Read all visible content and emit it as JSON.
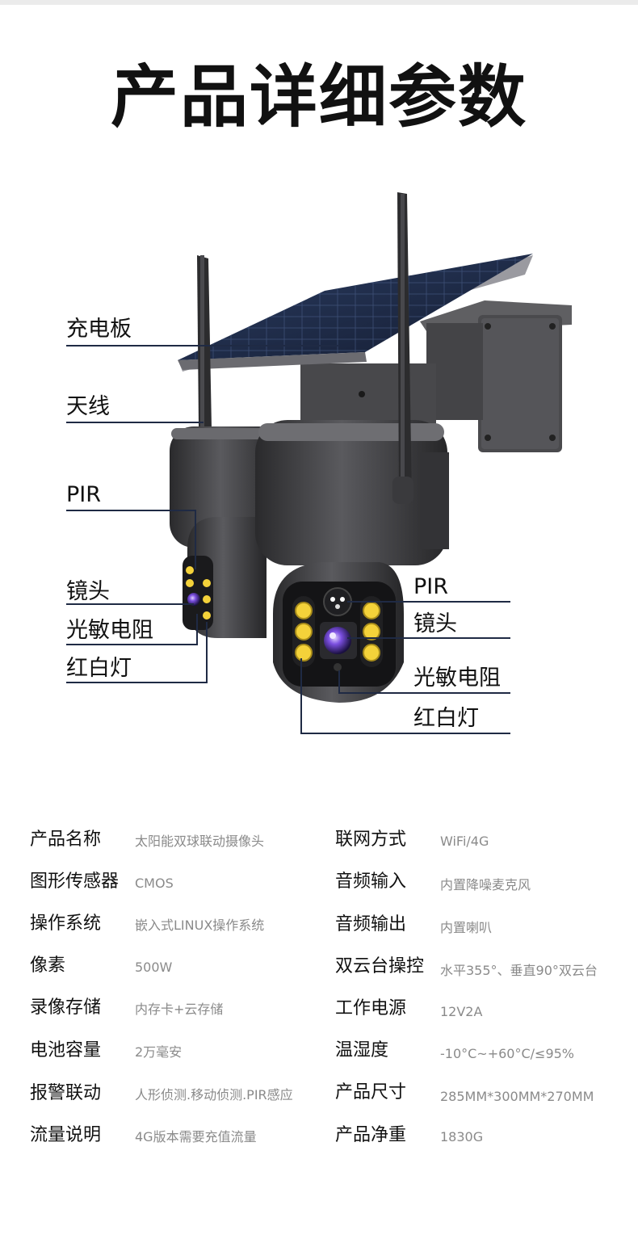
{
  "title": "产品详细参数",
  "callouts": {
    "solar_panel": "充电板",
    "antenna": "天线",
    "pir_left": "PIR",
    "lens_left": "镜头",
    "photoresistor_left": "光敏电阻",
    "light_left": "红白灯",
    "pir_right": "PIR",
    "lens_right": "镜头",
    "photoresistor_right": "光敏电阻",
    "light_right": "红白灯"
  },
  "specs": {
    "left": [
      {
        "label": "产品名称",
        "value": "太阳能双球联动摄像头"
      },
      {
        "label": "图形传感器",
        "value": "CMOS"
      },
      {
        "label": "操作系统",
        "value": "嵌入式LINUX操作系统"
      },
      {
        "label": "像素",
        "value": "500W"
      },
      {
        "label": "录像存储",
        "value": "内存卡+云存储"
      },
      {
        "label": "电池容量",
        "value": "2万毫安"
      },
      {
        "label": "报警联动",
        "value": "人形侦测.移动侦测.PIR感应"
      },
      {
        "label": "流量说明",
        "value": "4G版本需要充值流量"
      }
    ],
    "right": [
      {
        "label": "联网方式",
        "value": "WiFi/4G"
      },
      {
        "label": "音频输入",
        "value": "内置降噪麦克风"
      },
      {
        "label": "音频输出",
        "value": "内置喇叭"
      },
      {
        "label": "双云台操控",
        "value": "水平355°、垂直90°双云台"
      },
      {
        "label": "工作电源",
        "value": "12V2A"
      },
      {
        "label": "温湿度",
        "value": "-10°C~+60°C/≤95%"
      },
      {
        "label": "产品尺寸",
        "value": "285MM*300MM*270MM"
      },
      {
        "label": "产品净重",
        "value": "1830G"
      }
    ]
  },
  "colors": {
    "callout_line": "#1f2a44",
    "camera_body": "#3a3a3c",
    "solar_panel": "#1d2a44",
    "led": "#f4d23a",
    "lens": "#6f4bd8"
  }
}
